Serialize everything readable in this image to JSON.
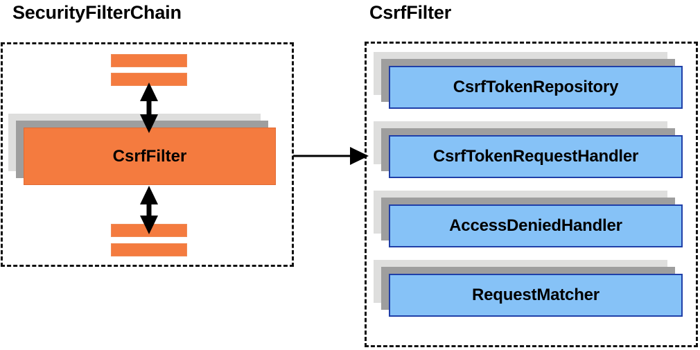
{
  "diagram": {
    "type": "component-relationship-diagram",
    "background_color": "#ffffff",
    "panels": [
      {
        "id": "security-filter-chain",
        "title": "SecurityFilterChain",
        "border_style": "dashed",
        "border_color": "#111111",
        "filter_bars_above": 2,
        "filter_bars_below": 2,
        "main_box": {
          "label": "CsrfFilter",
          "fill_color": "#f47b3f",
          "border_color": "#e06a33",
          "shadow_dark": "#9e9e9e",
          "shadow_light": "#dededd"
        }
      },
      {
        "id": "csrf-filter",
        "title": "CsrfFilter",
        "border_style": "dashed",
        "border_color": "#111111",
        "boxes": [
          {
            "label": "CsrfTokenRepository"
          },
          {
            "label": "CsrfTokenRequestHandler"
          },
          {
            "label": "AccessDeniedHandler"
          },
          {
            "label": "RequestMatcher"
          }
        ],
        "box_style": {
          "fill_color": "#86c2f7",
          "border_color": "#1f3fa8",
          "shadow_dark": "#9e9e9e",
          "shadow_light": "#dededd"
        }
      }
    ],
    "arrows": [
      {
        "id": "arrow-up",
        "direction": "double-vertical",
        "color": "#000000"
      },
      {
        "id": "arrow-down",
        "direction": "double-vertical",
        "color": "#000000"
      },
      {
        "id": "arrow-expand",
        "direction": "single-horizontal",
        "color": "#000000"
      }
    ]
  }
}
